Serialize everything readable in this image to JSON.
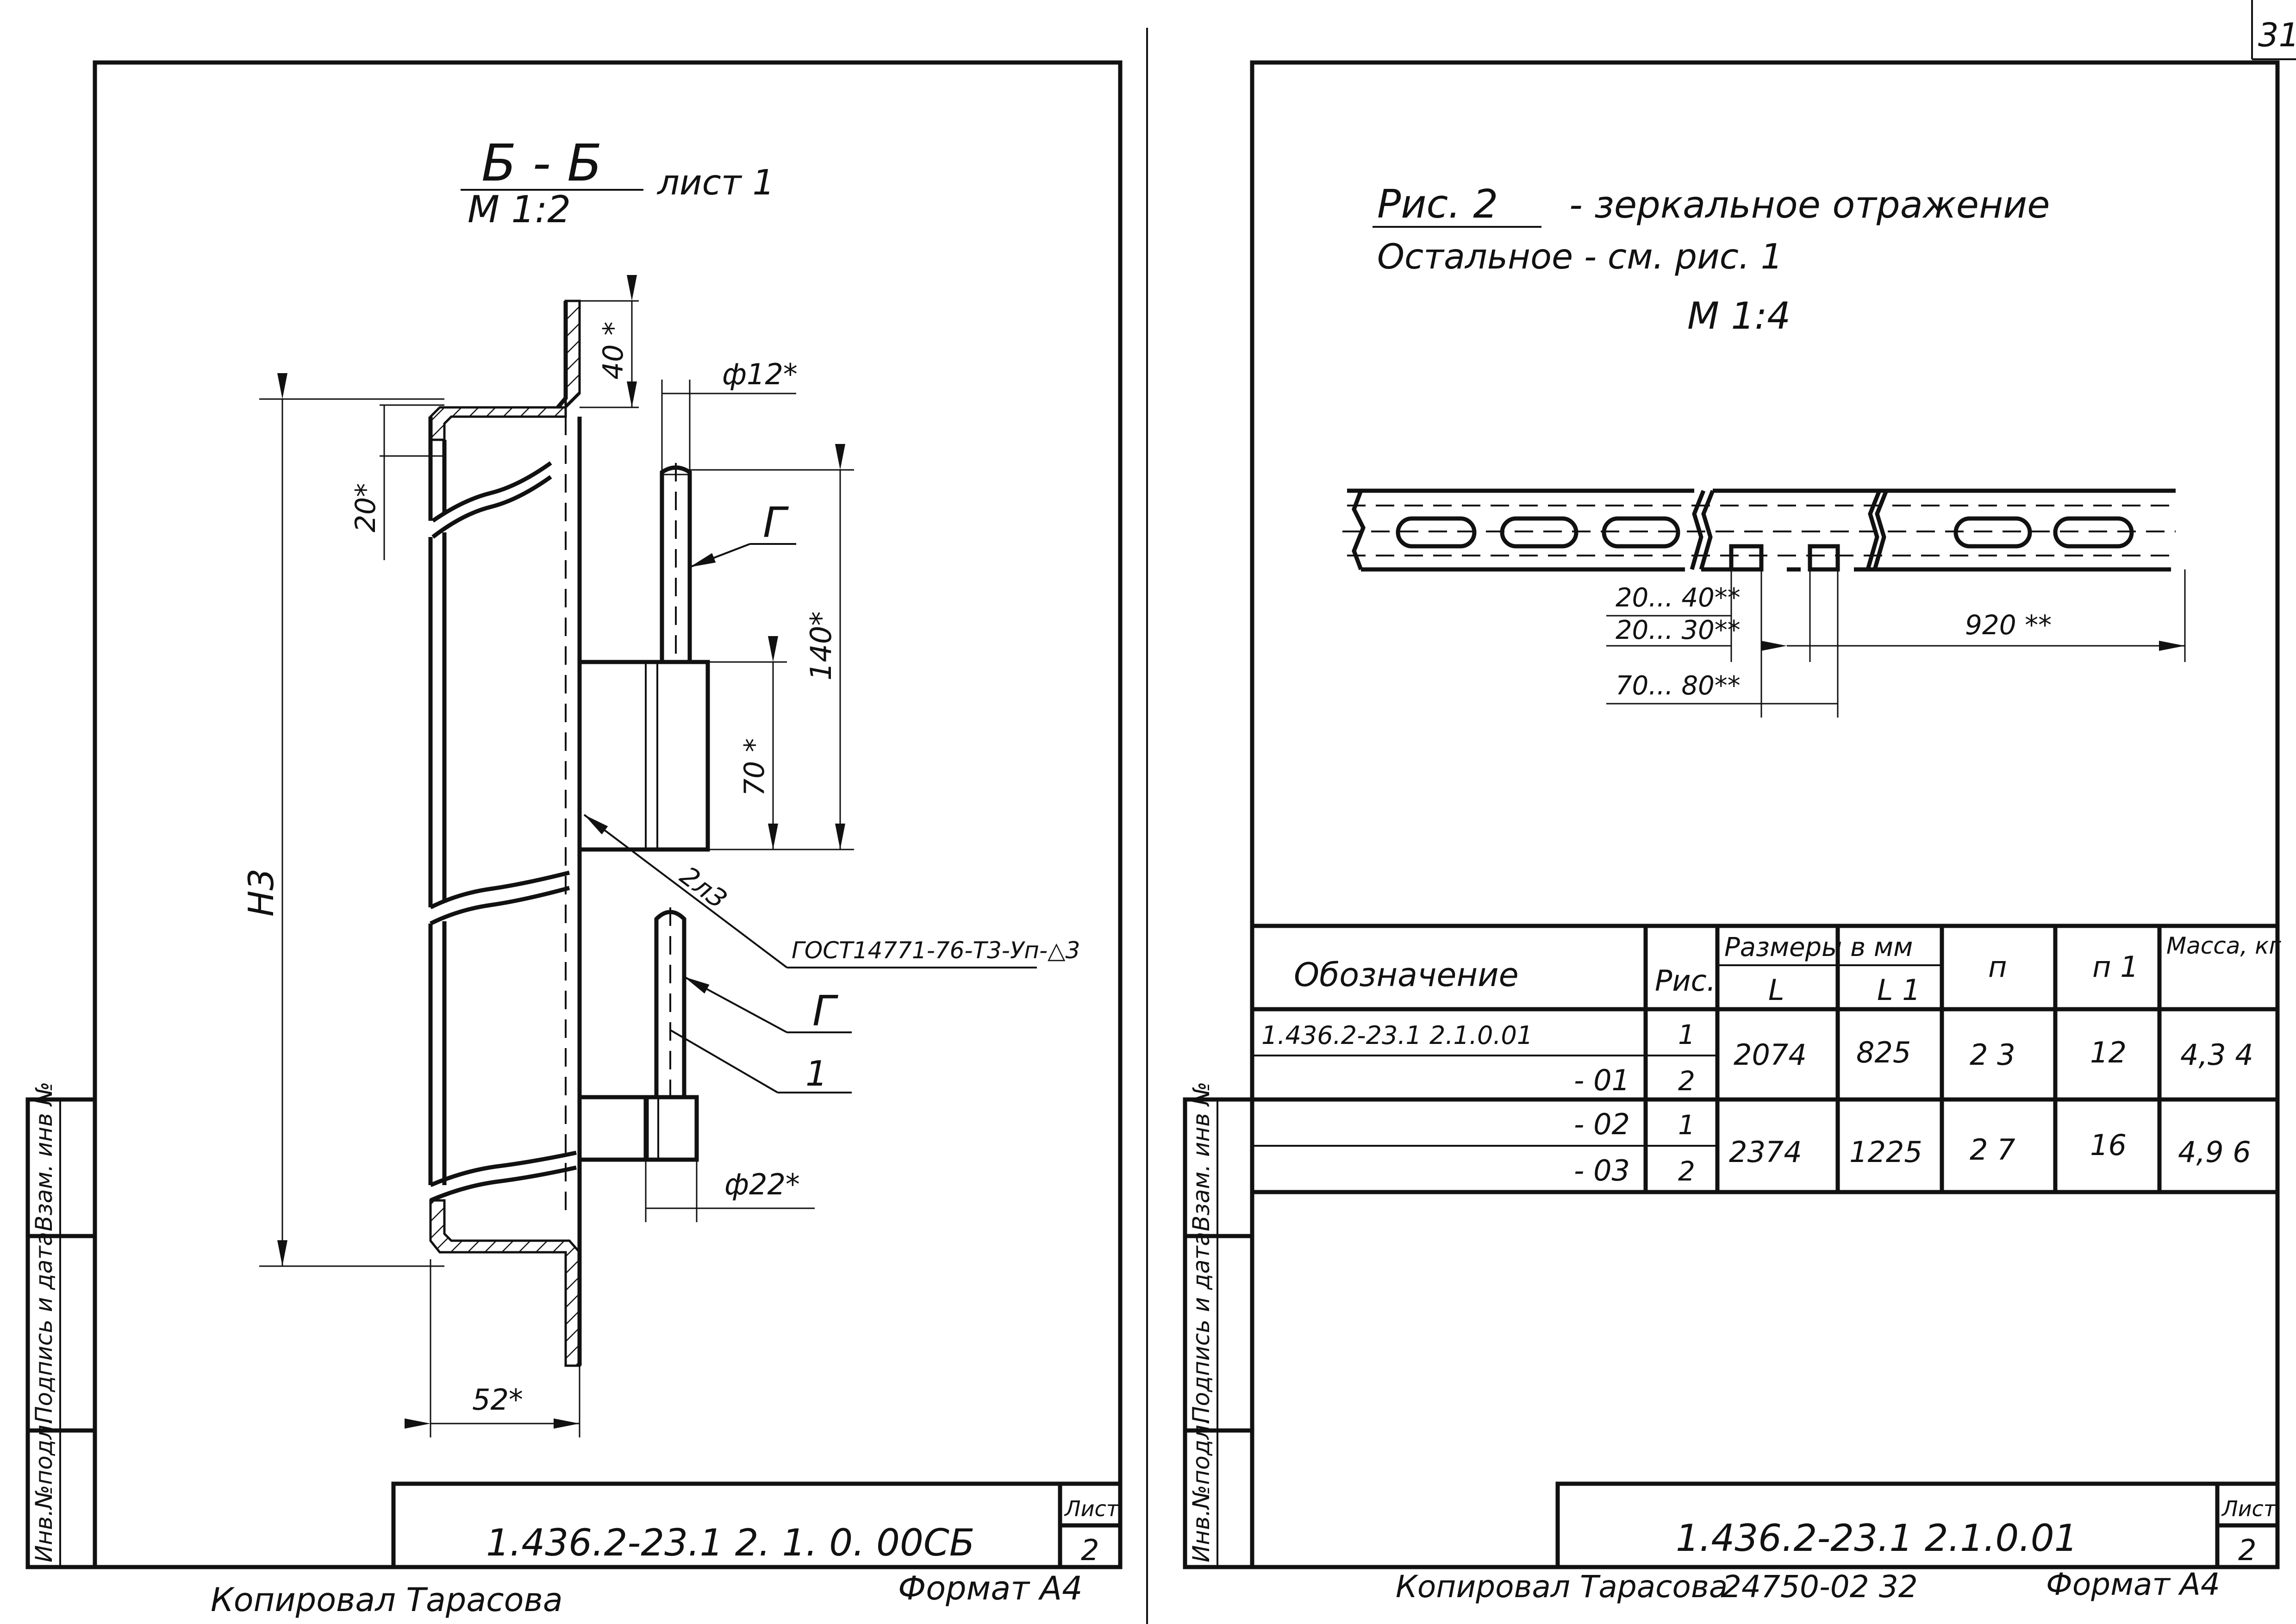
{
  "page_number": "31",
  "left_sheet": {
    "section_title": "Б - Б",
    "section_scale": "М 1:2",
    "section_sheet": "лист 1",
    "dims": {
      "d40": "40 *",
      "d12": "ф12*",
      "d20": "20*",
      "d140": "140*",
      "d70": "70 *",
      "h3": "Н3",
      "weld": "2лЗ",
      "gost": "ГОСТ14771-76-Т3-Уп-△3",
      "g_upper": "Г",
      "g_lower": "Г",
      "pos1": "1",
      "d22": "ф22*",
      "d52": "52*"
    },
    "stamp_code": "1.436.2-23.1  2. 1. 0. 00СБ",
    "stamp_sheet_label": "Лист",
    "stamp_sheet_number": "2",
    "side_labels": [
      "Инв.№подл.",
      "Подпись и дата",
      "Взам. инв №"
    ],
    "copied": "Копировал Тарасова",
    "format": "Формат А4"
  },
  "right_sheet": {
    "fig_title": "Рис. 2",
    "fig_note": "- зеркальное   отражение",
    "fig_note2": "Остальное - см. рис. 1",
    "fig_scale": "М 1:4",
    "dims": {
      "d2040": "20... 40**",
      "d2030": "20... 30**",
      "d7080": "70... 80**",
      "d920": "920 **"
    },
    "table": {
      "headers": {
        "designation": "Обозначение",
        "fig": "Рис.",
        "sizes": "Размеры в мм",
        "L": "L",
        "L1": "L 1",
        "n": "п",
        "n1": "п 1",
        "mass": "Масса, кг"
      },
      "rows": [
        {
          "designation": "1.436.2-23.1  2.1.0.01",
          "fig": "1"
        },
        {
          "designation": "- 01",
          "fig": "2"
        },
        {
          "designation": "- 02",
          "fig": "1"
        },
        {
          "designation": "- 03",
          "fig": "2"
        }
      ],
      "groups": [
        {
          "L": "2074",
          "L1": "825",
          "n": "2 3",
          "n1": "12",
          "mass": "4,3 4"
        },
        {
          "L": "2374",
          "L1": "1225",
          "n": "2 7",
          "n1": "16",
          "mass": "4,9 6"
        }
      ]
    },
    "stamp_code": "1.436.2-23.1  2.1.0.01",
    "stamp_sheet_label": "Лист",
    "stamp_sheet_number": "2",
    "side_labels": [
      "Инв.№подл.",
      "Подпись и дата",
      "Взам. инв №"
    ],
    "copied": "Копировал Тарасова",
    "archive_number": "24750-02   32",
    "format": "Формат А4"
  }
}
